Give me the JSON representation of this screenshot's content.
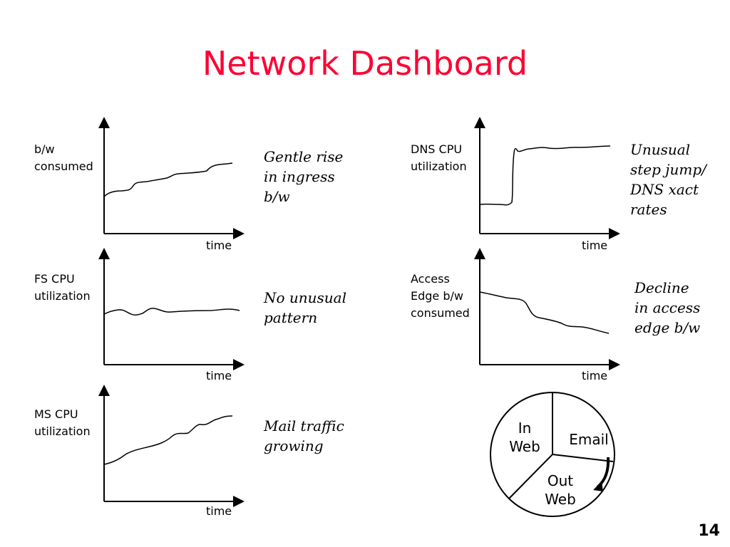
{
  "slide": {
    "title": "Network Dashboard",
    "page_number": "14"
  },
  "panels": [
    {
      "ylabel": "b/w\nconsumed",
      "xlabel": "time",
      "note": "Gentle rise\nin ingress\nb/w",
      "trend": "gentle-rise"
    },
    {
      "ylabel": "FS CPU\nutilization",
      "xlabel": "time",
      "note": "No unusual\npattern",
      "trend": "flat"
    },
    {
      "ylabel": "MS CPU\nutilization",
      "xlabel": "time",
      "note": "Mail traffic\ngrowing",
      "trend": "rising"
    },
    {
      "ylabel": "DNS CPU\nutilization",
      "xlabel": "time",
      "note": "Unusual\nstep jump/\nDNS xact\nrates",
      "trend": "step-jump"
    },
    {
      "ylabel": "Access\nEdge b/w\nconsumed",
      "xlabel": "time",
      "note": "Decline\nin access\nedge b/w",
      "trend": "decline"
    }
  ],
  "pie": {
    "slices": [
      "In\nWeb",
      "Email",
      "Out\nWeb"
    ],
    "arrow": "curved-arrow-icon"
  }
}
